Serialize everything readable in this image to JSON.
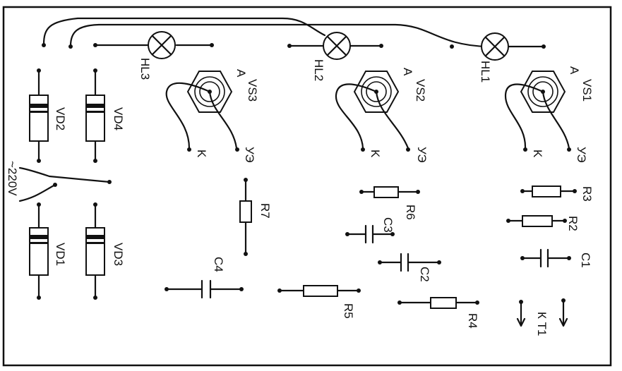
{
  "lamps": [
    "HL3",
    "HL2",
    "HL1"
  ],
  "thyristors": [
    "VS3",
    "VS2",
    "VS1"
  ],
  "pin_anode": "A",
  "pin_cathode": "K",
  "pin_gate": "УЭ",
  "diodes": [
    "VD2",
    "VD4",
    "VD1",
    "VD3"
  ],
  "mains": "~220V",
  "resistors": [
    "R7",
    "R6",
    "R5",
    "R4",
    "R3",
    "R2"
  ],
  "capacitors": [
    "C4",
    "C3",
    "C2",
    "C1"
  ],
  "terminal": "К Т1"
}
